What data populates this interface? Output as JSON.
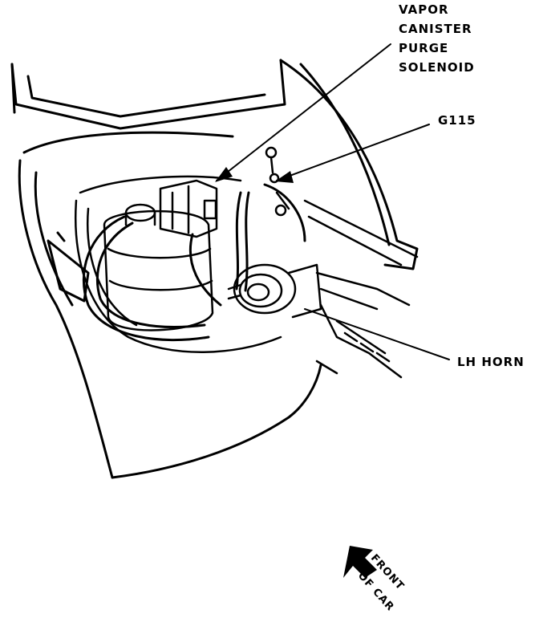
{
  "labels": {
    "vapor_line1": "VAPOR",
    "vapor_line2": "CANISTER",
    "vapor_line3": "PURGE",
    "vapor_line4": "SOLENOID",
    "g115": "G115",
    "lh_horn": "LH HORN",
    "front_line1": "FRONT",
    "front_line2": "OF CAR"
  },
  "colors": {
    "ink": "#000000",
    "paper": "#ffffff"
  }
}
